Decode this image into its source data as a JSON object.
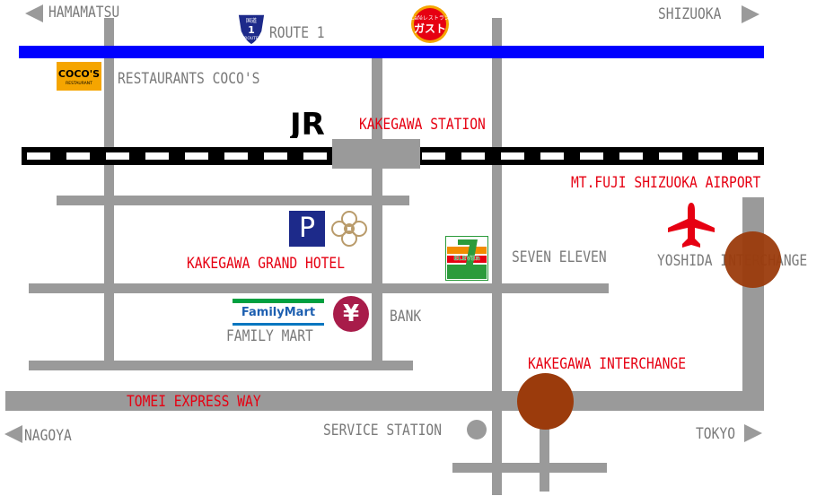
{
  "directions": {
    "hamamatsu": "HAMAMATSU",
    "shizuoka": "SHIZUOKA",
    "nagoya": "NAGOYA",
    "tokyo": "TOKYO"
  },
  "places": {
    "route1": "ROUTE 1",
    "cocos": "RESTAURANTS COCO'S",
    "station": "KAKEGAWA STATION",
    "airport": "MT.FUJI SHIZUOKA AIRPORT",
    "yoshida": "YOSHIDA INTERCHANGE",
    "hotel": "KAKEGAWA GRAND HOTEL",
    "seven": "SEVEN ELEVEN",
    "bank": "BANK",
    "familymart": "FAMILY MART",
    "kakegawa_ic": "KAKEGAWA INTERCHANGE",
    "expressway": "TOMEI EXPRESS WAY",
    "service": "SERVICE STATION"
  },
  "logos": {
    "cocos_big": "COCO'S",
    "cocos_small": "RESTAURANT",
    "gusto_small": "Caféレストラン",
    "gusto_big": "ガスト",
    "jr": "JR",
    "parking": "P",
    "familymart": "FamilyMart",
    "seven_eleven": "ELEVEn",
    "yen": "¥",
    "route_badge_top": "国道",
    "route_badge_num": "1",
    "route_badge_bottom": "ROUTE"
  },
  "colors": {
    "road": "#9a9a9a",
    "route1": "#0000ff",
    "label_red": "#e60012",
    "interchange": "#9b3b0c",
    "railway": "#000000"
  }
}
